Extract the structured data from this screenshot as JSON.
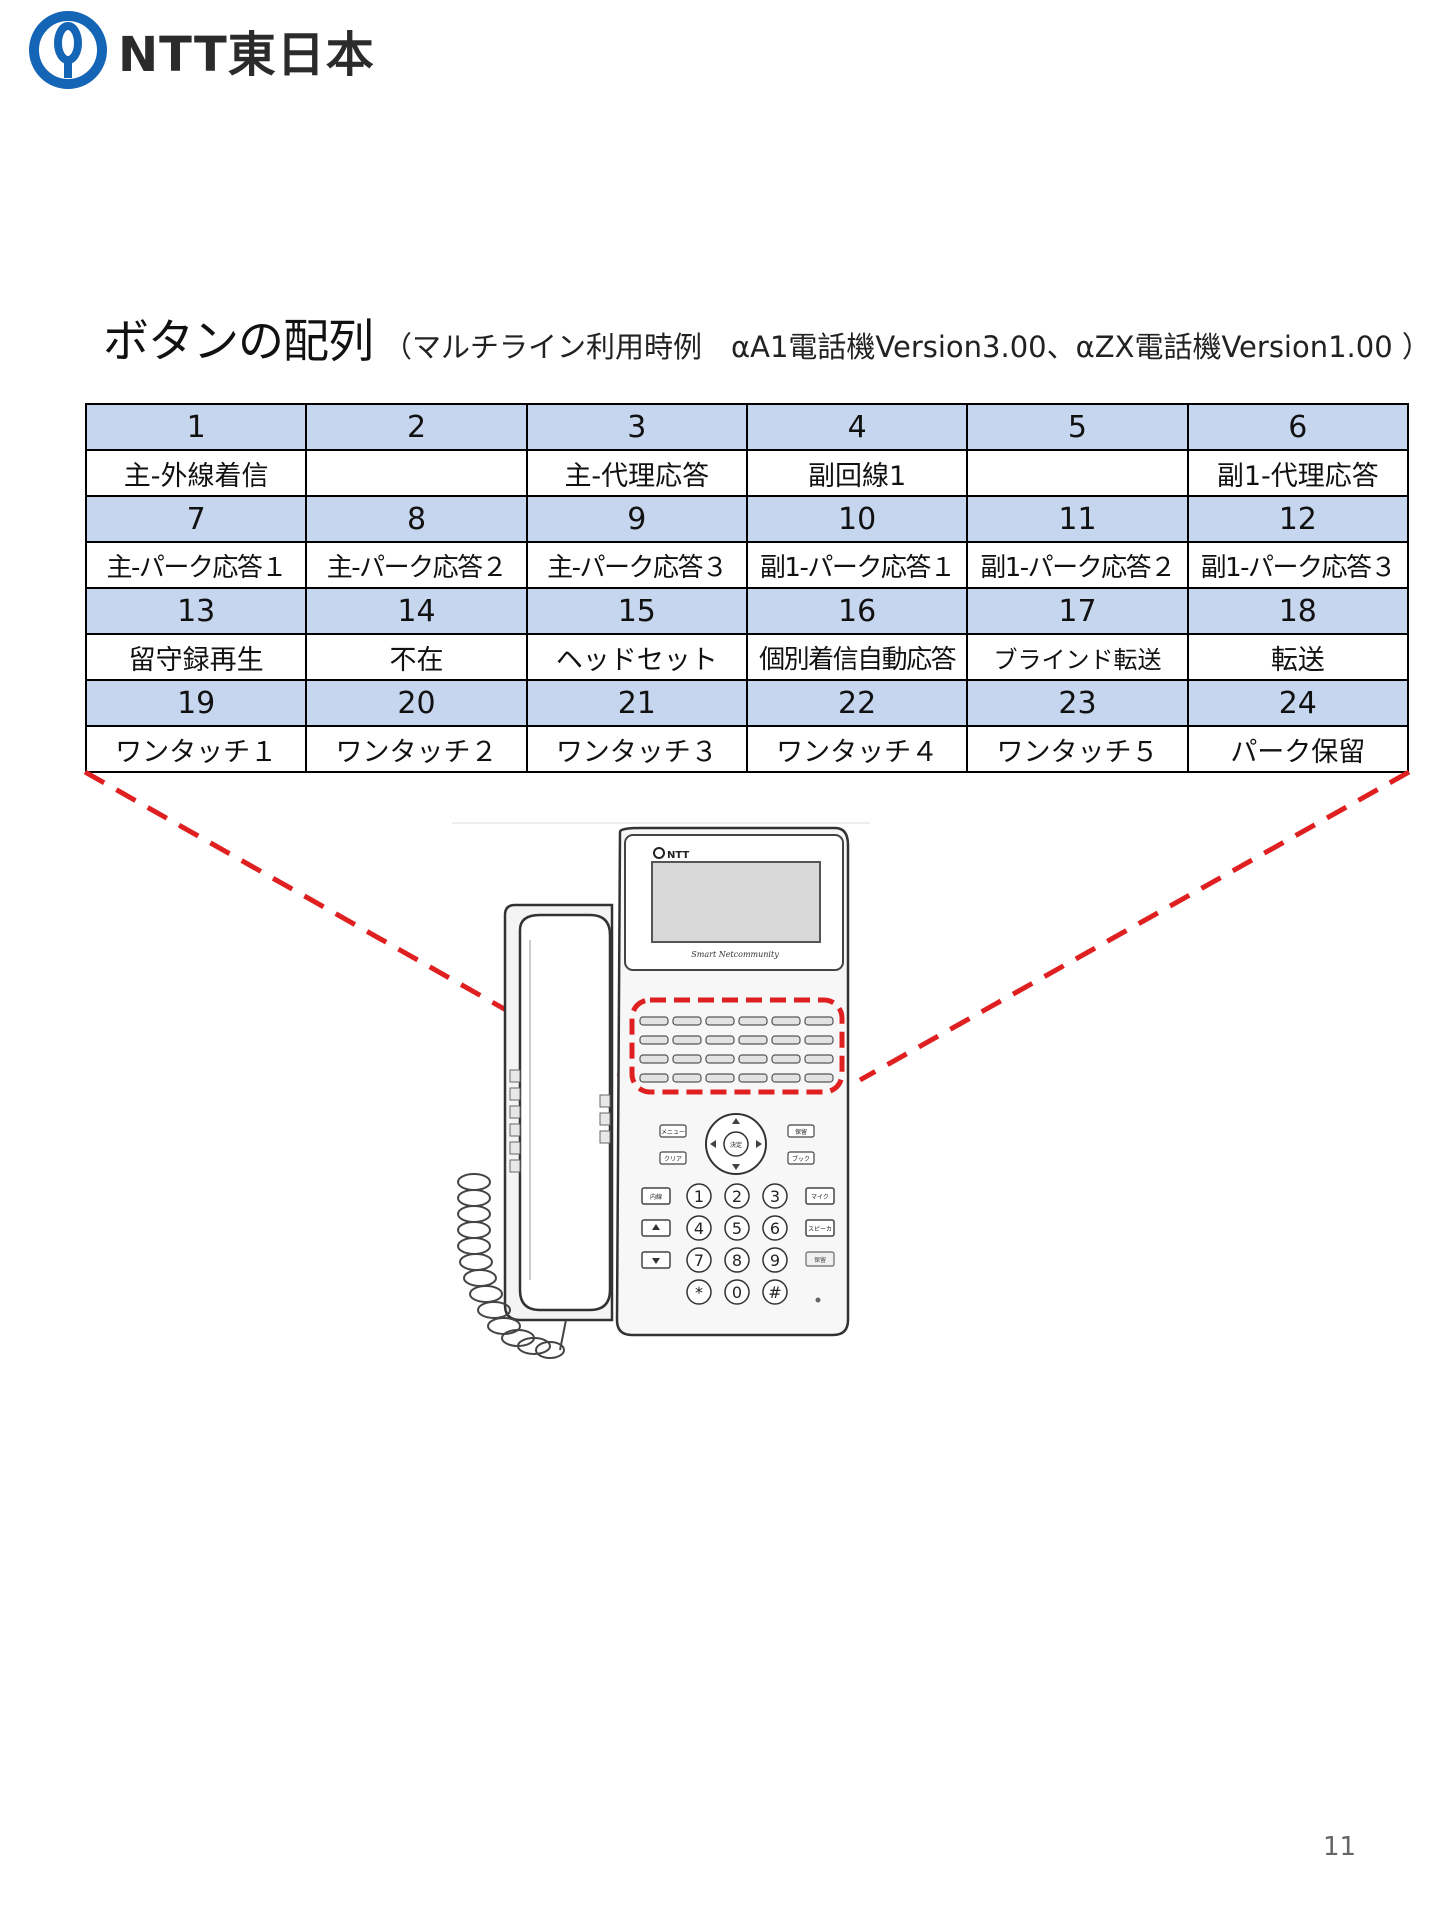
{
  "brand": {
    "logo_text": "NTT東日本"
  },
  "heading": {
    "main": "ボタンの配列",
    "sub": "（マルチライン利用時例　αA1電話機Version3.00、αZX電話機Version1.00 ）"
  },
  "table": {
    "rows": [
      {
        "numbers": [
          "1",
          "2",
          "3",
          "4",
          "5",
          "6"
        ],
        "labels": [
          "主-外線着信",
          "",
          "主-代理応答",
          "副回線1",
          "",
          "副1-代理応答"
        ]
      },
      {
        "numbers": [
          "7",
          "8",
          "9",
          "10",
          "11",
          "12"
        ],
        "labels": [
          "主-パーク応答１",
          "主-パーク応答２",
          "主-パーク応答３",
          "副1-パーク応答１",
          "副1-パーク応答２",
          "副1-パーク応答３"
        ]
      },
      {
        "numbers": [
          "13",
          "14",
          "15",
          "16",
          "17",
          "18"
        ],
        "labels": [
          "留守録再生",
          "不在",
          "ヘッドセット",
          "個別着信自動応答",
          "ブラインド転送",
          "転送"
        ]
      },
      {
        "numbers": [
          "19",
          "20",
          "21",
          "22",
          "23",
          "24"
        ],
        "labels": [
          "ワンタッチ１",
          "ワンタッチ２",
          "ワンタッチ３",
          "ワンタッチ４",
          "ワンタッチ５",
          "パーク保留"
        ]
      }
    ]
  },
  "phone": {
    "brand": "NTT",
    "model_text": "Smart Netcommunity",
    "keypad": [
      "1",
      "2",
      "3",
      "4",
      "5",
      "6",
      "7",
      "8",
      "9",
      "*",
      "0",
      "#"
    ],
    "keys": {
      "menu": "メニュー",
      "clear": "クリア",
      "enter": "決定",
      "hold": "保留",
      "book": "ブック",
      "mic": "マイク",
      "speaker": "スピーカ",
      "hold2": "保留",
      "inner": "内線"
    },
    "accent_color": "#e02020"
  },
  "page_number": "11"
}
